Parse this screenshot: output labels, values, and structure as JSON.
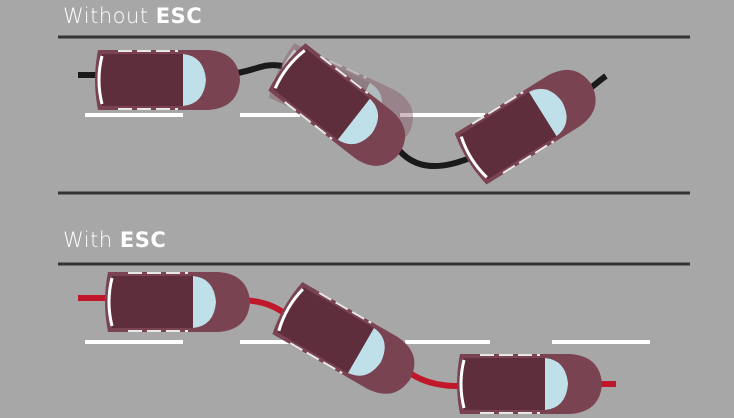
{
  "sections": [
    {
      "label_plain": "Without ",
      "label_bold": "ESC",
      "path_color": "#1a1a1a"
    },
    {
      "label_plain": "With ",
      "label_bold": "ESC",
      "path_color": "#c0182a"
    }
  ],
  "colors": {
    "background": "#a7a7a7",
    "road_line": "#333333",
    "lane_marking": "#ffffff",
    "car_body": "#6b3645",
    "windshield": "#bfe0e8"
  }
}
